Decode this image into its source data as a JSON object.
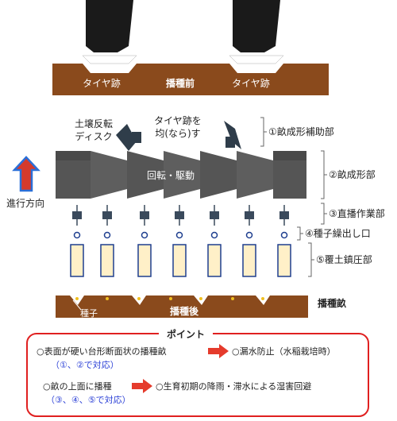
{
  "top": {
    "tire_left": "タイヤ跡",
    "tire_right": "タイヤ跡",
    "before": "播種前"
  },
  "machine": {
    "disc_label": [
      "土壌反転",
      "ディスク"
    ],
    "tire_label": [
      "タイヤ跡を",
      "均(なら)す"
    ],
    "drive_label": "回転・駆動",
    "direction_label": "進行方向"
  },
  "parts": [
    "①畝成形補助部",
    "②畝成形部",
    "③直播作業部",
    "④種子繰出し口",
    "⑤覆土鎮圧部"
  ],
  "bottom": {
    "ridge_label": "播種畝",
    "after": "播種後",
    "seed": "種子"
  },
  "points": {
    "title": "ポイント",
    "row1_left": "○表面が硬い台形断面状の播種畝",
    "row1_note": "（①、②で対応）",
    "row1_right": "○漏水防止（水稲栽培時）",
    "row2_left": "○畝の上面に播種",
    "row2_note": "（③、④、⑤で対応）",
    "row2_right": "○生育初期の降雨・滞水による湿害回避"
  },
  "colors": {
    "soil": "#8a4a1c",
    "machine": "#555555",
    "blade": "#3a4a5c",
    "arrow_fill": "#e53b2c",
    "direction_fill": "#d43a2c",
    "direction_outline": "#2a6fd8",
    "seed_dot": "#f0c020",
    "cylinder_fill": "#fff0c8",
    "cylinder_stroke": "#1f3f8f",
    "border": "#e02020",
    "note_text": "#2a3fd6"
  }
}
